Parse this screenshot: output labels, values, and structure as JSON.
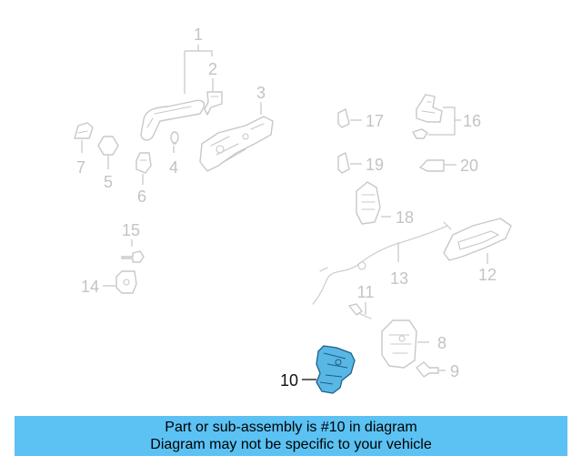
{
  "diagram": {
    "highlighted_part": "10",
    "callouts": [
      "1",
      "2",
      "3",
      "4",
      "5",
      "6",
      "7",
      "8",
      "9",
      "10",
      "11",
      "12",
      "13",
      "14",
      "15",
      "16",
      "17",
      "18",
      "19",
      "20"
    ]
  },
  "banner": {
    "line1": "Part or sub-assembly is #10 in diagram",
    "line2": "Diagram may not be specific to your vehicle",
    "color": "#5bc2f3"
  },
  "colors": {
    "faded_parts": "#c8c8c8",
    "highlight_fill": "#59b7e6",
    "active_label": "#111111"
  }
}
